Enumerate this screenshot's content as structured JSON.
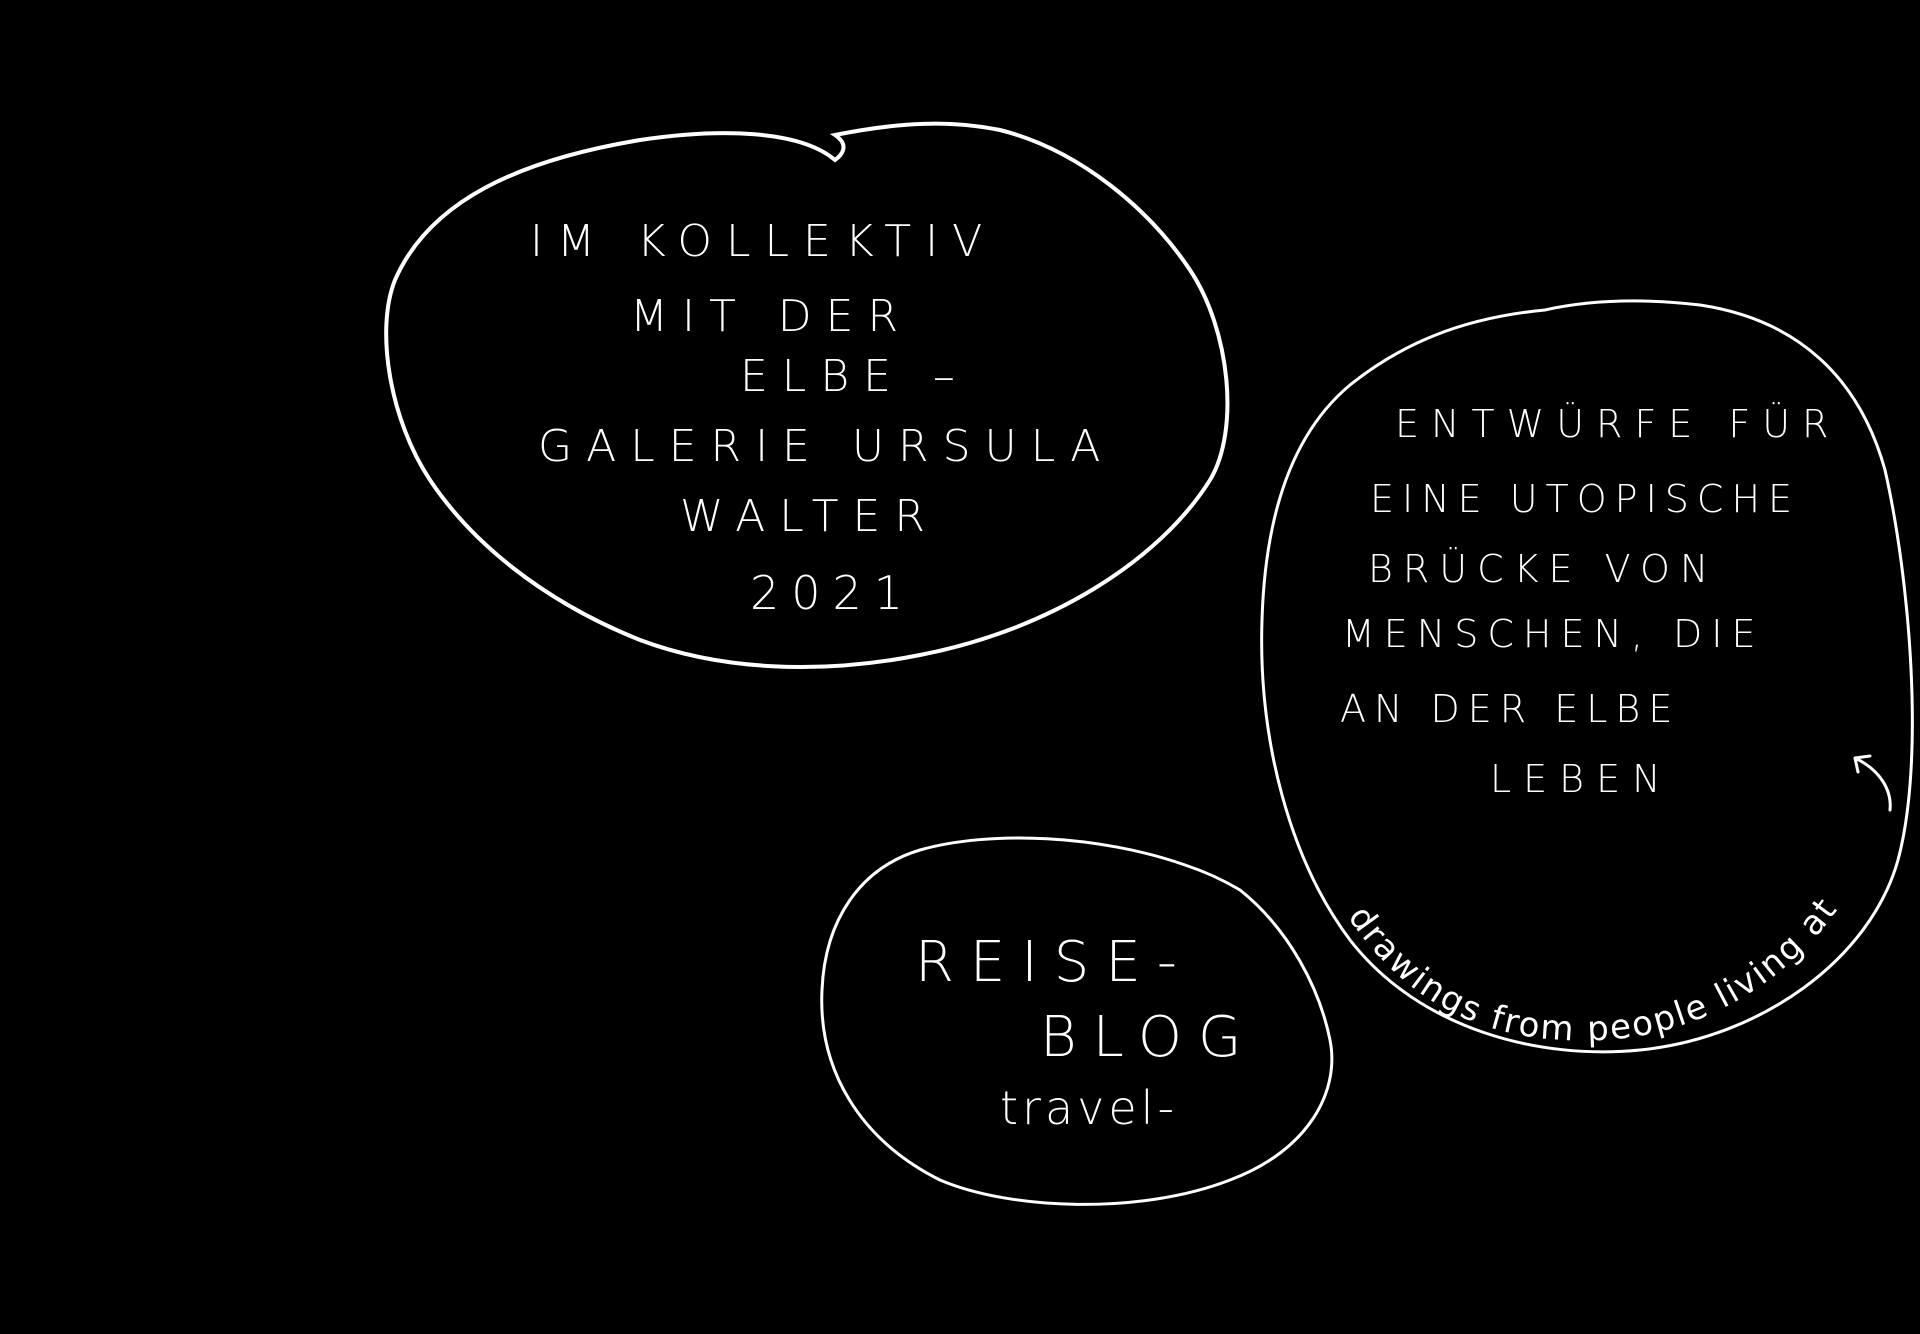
{
  "background_color": "#000000",
  "stroke_color": "#ffffff",
  "bubbles": {
    "kollektiv": {
      "lines": [
        "IM   KOLLEKTIV",
        "MIT  DER",
        "ELBE –",
        "GALERIE  URSULA",
        "WALTER",
        "2021"
      ]
    },
    "entwuerfe": {
      "lines": [
        "ENTWÜRFE  FÜR",
        "EINE    UTOPISCHE",
        "BRÜCKE    VON",
        "MENSCHEN,  DIE",
        "AN    DER    ELBE",
        "LEBEN"
      ],
      "curved_caption": "drawings from people living at"
    },
    "reiseblog": {
      "lines": [
        "REISE-",
        "BLOG",
        "travel-"
      ]
    }
  }
}
